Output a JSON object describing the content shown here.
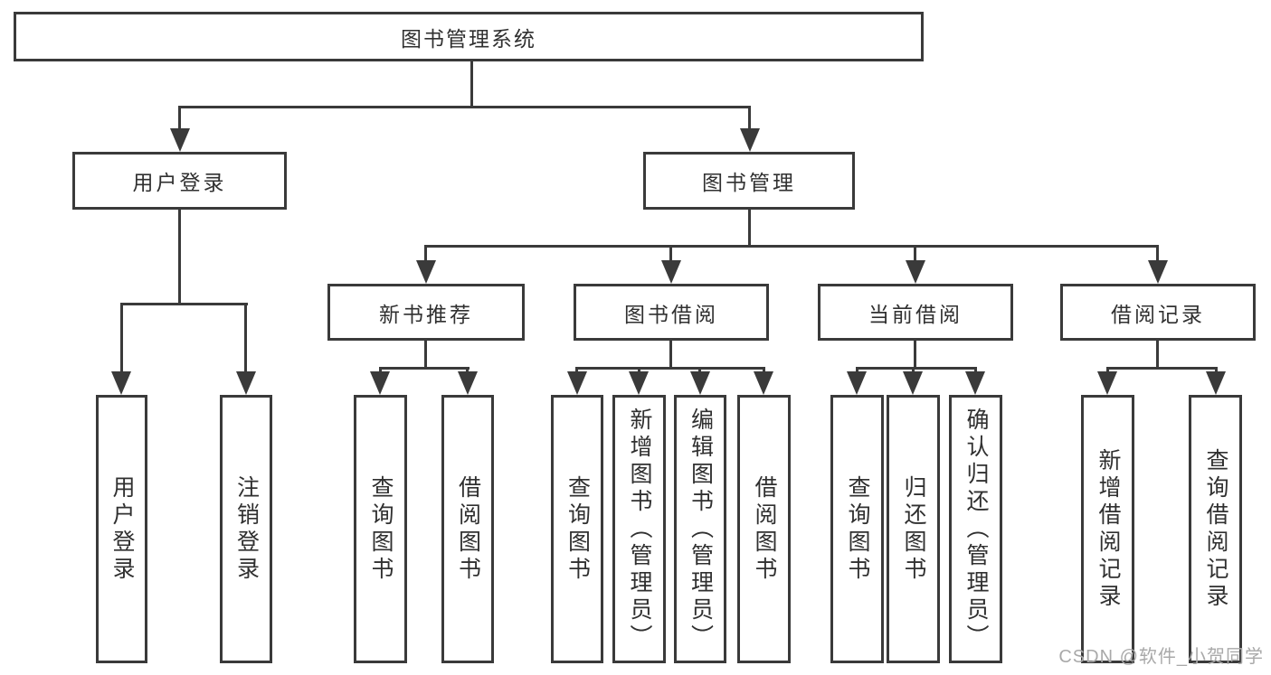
{
  "diagram": {
    "type": "hierarchy-tree",
    "root": "图书管理系统",
    "branches": [
      {
        "label": "用户登录",
        "children": [
          {
            "label": "用户登录"
          },
          {
            "label": "注销登录"
          }
        ]
      },
      {
        "label": "图书管理",
        "children": [
          {
            "label": "新书推荐",
            "children": [
              {
                "label": "查询图书"
              },
              {
                "label": "借阅图书"
              }
            ]
          },
          {
            "label": "图书借阅",
            "children": [
              {
                "label": "查询图书"
              },
              {
                "label": "新增图书（管理员）"
              },
              {
                "label": "编辑图书（管理员）"
              },
              {
                "label": "借阅图书"
              }
            ]
          },
          {
            "label": "当前借阅",
            "children": [
              {
                "label": "查询图书"
              },
              {
                "label": "归还图书"
              },
              {
                "label": "确认归还（管理员）"
              }
            ]
          },
          {
            "label": "借阅记录",
            "children": [
              {
                "label": "新增借阅记录"
              },
              {
                "label": "查询借阅记录"
              }
            ]
          }
        ]
      }
    ]
  },
  "watermark": "CSDN @软件_小贺同学",
  "colors": {
    "line": "#3a3a3a",
    "text": "#303030",
    "watermark": "#a9a9a9",
    "background": "#ffffff"
  }
}
